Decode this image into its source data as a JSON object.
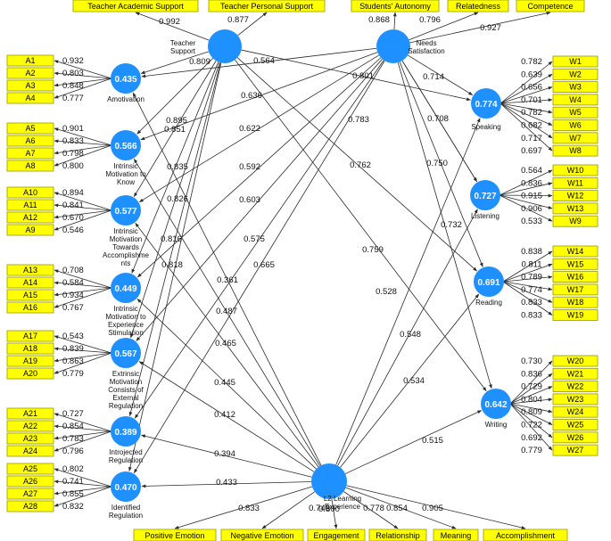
{
  "latent_variables": [
    {
      "id": "TS",
      "label": [
        "Teacher",
        "Support"
      ],
      "r2": ""
    },
    {
      "id": "NS",
      "label": [
        "Needs",
        "Satisfaction"
      ],
      "r2": ""
    },
    {
      "id": "L2",
      "label": [
        "L2 Learning",
        "Experience"
      ],
      "r2": ""
    },
    {
      "id": "AM",
      "label": [
        "Amotivation"
      ],
      "r2": "0.435"
    },
    {
      "id": "IMK",
      "label": [
        "Intrinsic",
        "Motivation to",
        "Know"
      ],
      "r2": "0.566"
    },
    {
      "id": "IMA",
      "label": [
        "Intrinsic",
        "Motivation",
        "Towards",
        "Accomplishme",
        "nts"
      ],
      "r2": "0.577"
    },
    {
      "id": "IMS",
      "label": [
        "Intrinsic",
        "Motivation to",
        "Experience",
        "Stimulation"
      ],
      "r2": "0.449"
    },
    {
      "id": "EMR",
      "label": [
        "Extrinsic",
        "Motivation",
        "Consists of",
        "External",
        "Regulation"
      ],
      "r2": "0.567"
    },
    {
      "id": "INR",
      "label": [
        "Introjected",
        "Regulation"
      ],
      "r2": "0.389"
    },
    {
      "id": "IDR",
      "label": [
        "Identified",
        "Regulation"
      ],
      "r2": "0.470"
    },
    {
      "id": "SP",
      "label": [
        "Speaking"
      ],
      "r2": "0.774"
    },
    {
      "id": "LI",
      "label": [
        "Listening"
      ],
      "r2": "0.727"
    },
    {
      "id": "RE",
      "label": [
        "Reading"
      ],
      "r2": "0.691"
    },
    {
      "id": "WR",
      "label": [
        "Writing"
      ],
      "r2": "0.642"
    }
  ],
  "indicator_blocks": [
    {
      "construct": "TS",
      "items": [
        {
          "name": "Teacher Academic Support",
          "loading": "0.992"
        },
        {
          "name": "Teacher Personal Support",
          "loading": "0.877"
        }
      ]
    },
    {
      "construct": "NS",
      "items": [
        {
          "name": "Students' Autonomy",
          "loading": "0.868"
        },
        {
          "name": "Relatedness",
          "loading": "0.796"
        },
        {
          "name": "Competence",
          "loading": "0.927"
        }
      ]
    },
    {
      "construct": "AM",
      "items": [
        {
          "name": "A1",
          "loading": "0.932"
        },
        {
          "name": "A2",
          "loading": "0.803"
        },
        {
          "name": "A3",
          "loading": "0.848"
        },
        {
          "name": "A4",
          "loading": "0.777"
        }
      ]
    },
    {
      "construct": "IMK",
      "items": [
        {
          "name": "A5",
          "loading": "0.901"
        },
        {
          "name": "A6",
          "loading": "0.833"
        },
        {
          "name": "A7",
          "loading": "0.798"
        },
        {
          "name": "A8",
          "loading": "0.800"
        }
      ]
    },
    {
      "construct": "IMA",
      "items": [
        {
          "name": "A10",
          "loading": "0.894"
        },
        {
          "name": "A11",
          "loading": "0.841"
        },
        {
          "name": "A12",
          "loading": "0.670"
        },
        {
          "name": "A9",
          "loading": "0.546"
        }
      ]
    },
    {
      "construct": "IMS",
      "items": [
        {
          "name": "A13",
          "loading": "0.708"
        },
        {
          "name": "A14",
          "loading": "0.584"
        },
        {
          "name": "A15",
          "loading": "0.934"
        },
        {
          "name": "A16",
          "loading": "0.767"
        }
      ]
    },
    {
      "construct": "EMR",
      "items": [
        {
          "name": "A17",
          "loading": "0.543"
        },
        {
          "name": "A18",
          "loading": "0.839"
        },
        {
          "name": "A19",
          "loading": "0.863"
        },
        {
          "name": "A20",
          "loading": "0.779"
        }
      ]
    },
    {
      "construct": "INR",
      "items": [
        {
          "name": "A21",
          "loading": "0.727"
        },
        {
          "name": "A22",
          "loading": "0.854"
        },
        {
          "name": "A23",
          "loading": "0.783"
        },
        {
          "name": "A24",
          "loading": "0.796"
        }
      ]
    },
    {
      "construct": "IDR",
      "items": [
        {
          "name": "A25",
          "loading": "0.802"
        },
        {
          "name": "A26",
          "loading": "0.741"
        },
        {
          "name": "A27",
          "loading": "0.855"
        },
        {
          "name": "A28",
          "loading": "0.832"
        }
      ]
    },
    {
      "construct": "SP",
      "items": [
        {
          "name": "W1",
          "loading": "0.782"
        },
        {
          "name": "W2",
          "loading": "0.639"
        },
        {
          "name": "W3",
          "loading": "0.656"
        },
        {
          "name": "W4",
          "loading": "0.701"
        },
        {
          "name": "W5",
          "loading": "0.782"
        },
        {
          "name": "W6",
          "loading": "0.682"
        },
        {
          "name": "W7",
          "loading": "0.717"
        },
        {
          "name": "W8",
          "loading": "0.697"
        }
      ]
    },
    {
      "construct": "LI",
      "items": [
        {
          "name": "W10",
          "loading": "0.564"
        },
        {
          "name": "W11",
          "loading": "0.836"
        },
        {
          "name": "W12",
          "loading": "0.915"
        },
        {
          "name": "W13",
          "loading": "0.906"
        },
        {
          "name": "W9",
          "loading": "0.533"
        }
      ]
    },
    {
      "construct": "RE",
      "items": [
        {
          "name": "W14",
          "loading": "0.838"
        },
        {
          "name": "W15",
          "loading": "0.811"
        },
        {
          "name": "W16",
          "loading": "0.789"
        },
        {
          "name": "W17",
          "loading": "0.774"
        },
        {
          "name": "W18",
          "loading": "0.833"
        },
        {
          "name": "W19",
          "loading": "0.833"
        }
      ]
    },
    {
      "construct": "WR",
      "items": [
        {
          "name": "W20",
          "loading": "0.730"
        },
        {
          "name": "W21",
          "loading": "0.836"
        },
        {
          "name": "W22",
          "loading": "0.729"
        },
        {
          "name": "W23",
          "loading": "0.804"
        },
        {
          "name": "W24",
          "loading": "0.809"
        },
        {
          "name": "W25",
          "loading": "0.722"
        },
        {
          "name": "W26",
          "loading": "0.692"
        },
        {
          "name": "W27",
          "loading": "0.779"
        }
      ]
    },
    {
      "construct": "L2",
      "items": [
        {
          "name": "Positive Emotion",
          "loading": "0.833"
        },
        {
          "name": "Negative Emotion",
          "loading": "0.743"
        },
        {
          "name": "Engagement",
          "loading": "0.800"
        },
        {
          "name": "Relationship",
          "loading": "0.778"
        },
        {
          "name": "Meaning",
          "loading": "0.854"
        },
        {
          "name": "Accomplishment",
          "loading": "0.905"
        }
      ]
    }
  ],
  "paths": [
    {
      "from": "TS",
      "to": "AM",
      "coefficient": "0.809"
    },
    {
      "from": "TS",
      "to": "IMK",
      "coefficient": "0.895"
    },
    {
      "from": "TS",
      "to": "IMA",
      "coefficient": "0.851"
    },
    {
      "from": "TS",
      "to": "IMS",
      "coefficient": "0.835"
    },
    {
      "from": "TS",
      "to": "EMR",
      "coefficient": "0.826"
    },
    {
      "from": "TS",
      "to": "INR",
      "coefficient": "0.816"
    },
    {
      "from": "TS",
      "to": "IDR",
      "coefficient": "0.818"
    },
    {
      "from": "TS",
      "to": "SP",
      "coefficient": "0.564"
    },
    {
      "from": "TS",
      "to": "RE",
      "coefficient": "0.762"
    },
    {
      "from": "TS",
      "to": "WR",
      "coefficient": "0.759"
    },
    {
      "from": "NS",
      "to": "AM",
      "coefficient": "0.801"
    },
    {
      "from": "NS",
      "to": "IMK",
      "coefficient": "0.636"
    },
    {
      "from": "NS",
      "to": "IMA",
      "coefficient": "0.622"
    },
    {
      "from": "NS",
      "to": "IMS",
      "coefficient": "0.592"
    },
    {
      "from": "NS",
      "to": "EMR",
      "coefficient": "0.603"
    },
    {
      "from": "NS",
      "to": "INR",
      "coefficient": "0.575"
    },
    {
      "from": "NS",
      "to": "IDR",
      "coefficient": "0.665"
    },
    {
      "from": "NS",
      "to": "SP",
      "coefficient": "0.714"
    },
    {
      "from": "NS",
      "to": "LI",
      "coefficient": "0.708"
    },
    {
      "from": "NS",
      "to": "RE",
      "coefficient": "0.750"
    },
    {
      "from": "NS",
      "to": "WR",
      "coefficient": "0.732"
    },
    {
      "from": "NS",
      "to": "LI",
      "coefficient": "0.783"
    },
    {
      "from": "L2",
      "to": "AM",
      "coefficient": "0.361"
    },
    {
      "from": "L2",
      "to": "IMK",
      "coefficient": "0.487"
    },
    {
      "from": "L2",
      "to": "IMA",
      "coefficient": "0.465"
    },
    {
      "from": "L2",
      "to": "IMS",
      "coefficient": "0.445"
    },
    {
      "from": "L2",
      "to": "EMR",
      "coefficient": "0.412"
    },
    {
      "from": "L2",
      "to": "INR",
      "coefficient": "0.394"
    },
    {
      "from": "L2",
      "to": "IDR",
      "coefficient": "0.433"
    },
    {
      "from": "L2",
      "to": "SP",
      "coefficient": "0.528"
    },
    {
      "from": "L2",
      "to": "LI",
      "coefficient": "0.548"
    },
    {
      "from": "L2",
      "to": "RE",
      "coefficient": "0.534"
    },
    {
      "from": "L2",
      "to": "WR",
      "coefficient": "0.515"
    }
  ]
}
